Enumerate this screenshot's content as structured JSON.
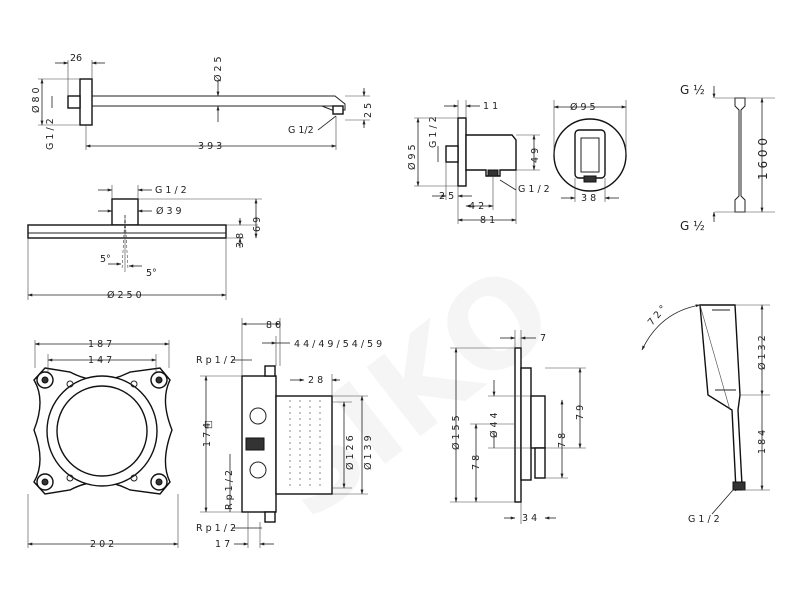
{
  "watermark": "SIKO",
  "views": {
    "shower_arm": {
      "d1": "26",
      "d2": "Ø 8 0",
      "d3": "Ø 2 5",
      "d4": "G 1 / 2",
      "d5": "G 1/2",
      "d6": "2 5",
      "d7": "3 9 3"
    },
    "overhead_shower": {
      "d1": "G 1 / 2",
      "d2": "Ø 3 9",
      "d3": "3 8",
      "d4": "6 9",
      "d5": "5°",
      "d6": "5°",
      "d7": "Ø 2 5 0"
    },
    "wall_outlet": {
      "d1": "G 1 / 2",
      "d2": "1 1",
      "d3": "Ø 9 5",
      "d4": "4 9",
      "d5": "2 5",
      "d6": "G 1 / 2",
      "d7": "4 2",
      "d8": "8 1",
      "d9": "Ø 9 5",
      "d10": "3 8"
    },
    "hose": {
      "d1": "G ½",
      "d2": "1 6 0 0",
      "d3": "G ½"
    },
    "installation_plate": {
      "d1": "1 8 7",
      "d2": "1 4 7",
      "d3": "2 0 2"
    },
    "basic_set": {
      "d1": "8 0",
      "d2": "4 4 / 4 9 / 5 4 / 5 9",
      "d3": "R p 1 / 2",
      "d4": "2 8",
      "d5": "1 7 4",
      "d6": "Ø 1 2 6",
      "d7": "Ø 1 3 9",
      "d8": "R p 1 / 2",
      "d9": "R p 1 / 2",
      "d10": "1 7",
      "d11": "□"
    },
    "finish_set": {
      "d1": "7",
      "d2": "Ø 1 5 5",
      "d3": "Ø 4 4",
      "d4": "7 9",
      "d5": "7 8",
      "d6": "7 8",
      "d7": "3 4"
    },
    "hand_shower": {
      "d1": "7 2 °",
      "d2": "Ø 1 3 2",
      "d3": "1 8 4",
      "d4": "G 1 / 2"
    }
  }
}
